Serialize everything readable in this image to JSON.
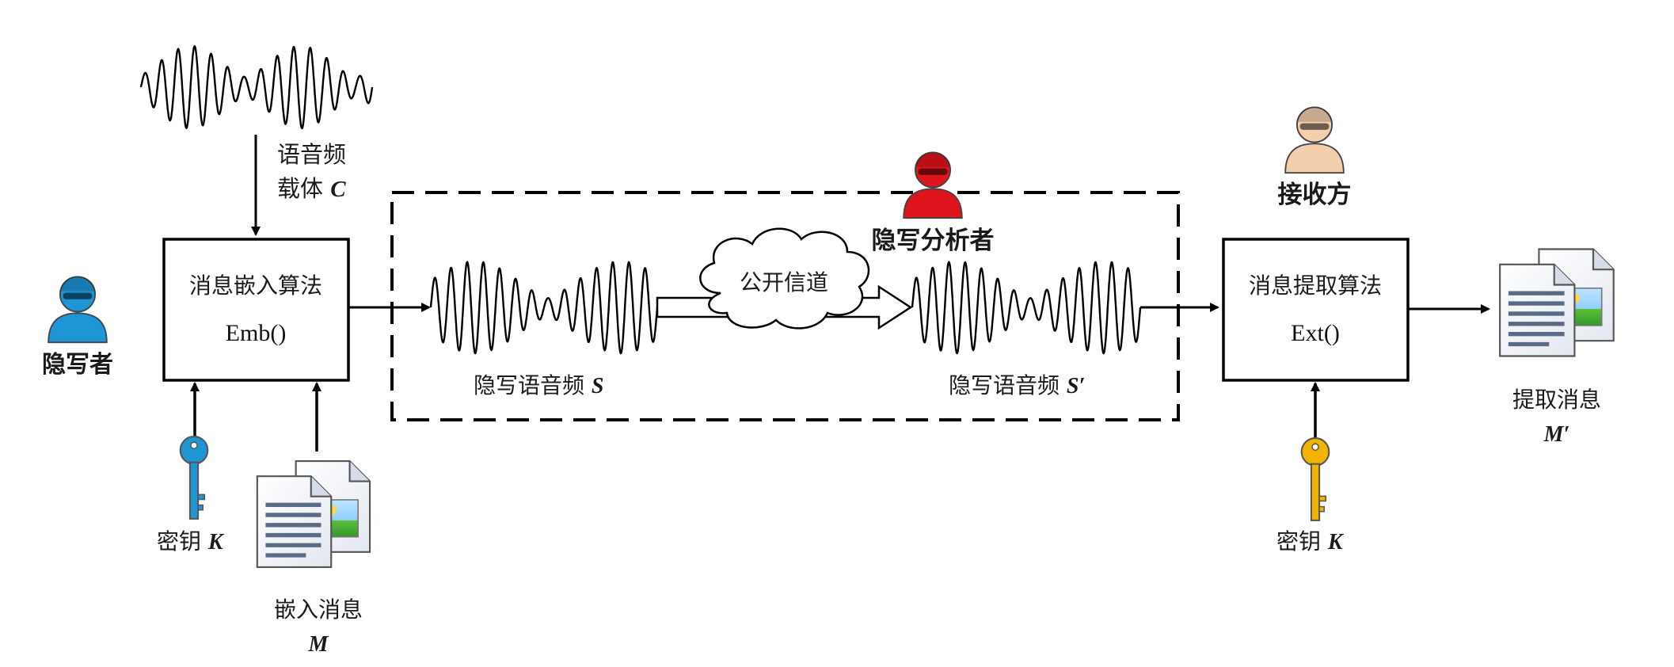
{
  "actors": {
    "embedder": {
      "label": "隐写者",
      "color": "#1e96d6",
      "icon": "person-icon"
    },
    "analyzer": {
      "label": "隐写分析者",
      "color": "#e0141c",
      "icon": "person-icon"
    },
    "receiver": {
      "label": "接收方",
      "color": "#f3cfae",
      "icon": "person-icon"
    }
  },
  "carrier": {
    "label": "语音频",
    "label2": "载体",
    "symbol": "C"
  },
  "embed_box": {
    "title": "消息嵌入算法",
    "func": "Emb()"
  },
  "extract_box": {
    "title": "消息提取算法",
    "func": "Ext()"
  },
  "channel": {
    "label": "公开信道"
  },
  "stego_audio_left": {
    "label": "隐写语音频",
    "symbol": "S"
  },
  "stego_audio_right": {
    "label": "隐写语音频",
    "symbol": "S′"
  },
  "key_left": {
    "label": "密钥",
    "symbol": "K",
    "color": "#1e96d6"
  },
  "key_right": {
    "label": "密钥",
    "symbol": "K",
    "color": "#f2b400"
  },
  "embed_message": {
    "label": "嵌入消息",
    "symbol": "M"
  },
  "extract_message": {
    "label": "提取消息",
    "symbol": "M′"
  }
}
